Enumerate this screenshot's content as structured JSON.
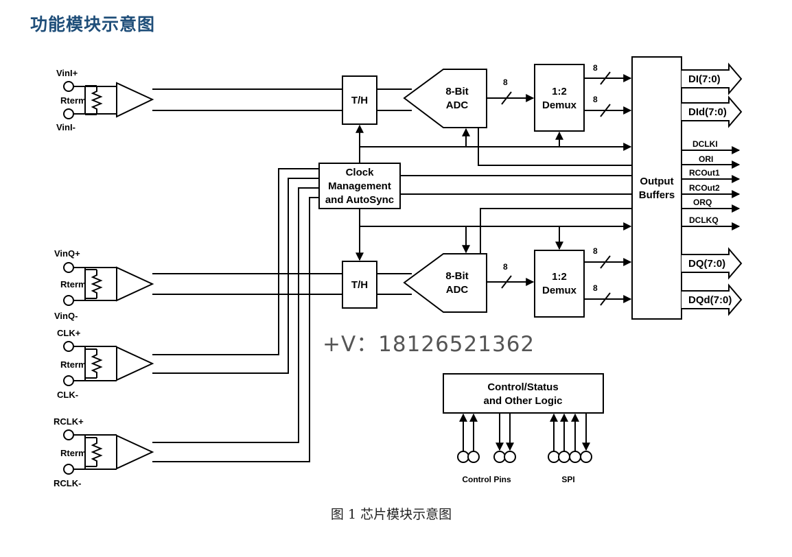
{
  "heading": "功能模块示意图",
  "caption": "图 1 芯片模块示意图",
  "watermark": "+V：18126521362",
  "inputs": {
    "vini_plus": "VinI+",
    "vini_minus": "VinI-",
    "vinq_plus": "VinQ+",
    "vinq_minus": "VinQ-",
    "clk_plus": "CLK+",
    "clk_minus": "CLK-",
    "rclk_plus": "RCLK+",
    "rclk_minus": "RCLK-",
    "rterm": "Rterm"
  },
  "blocks": {
    "th": "T/H",
    "adc_line1": "8-Bit",
    "adc_line2": "ADC",
    "demux_line1": "1:2",
    "demux_line2": "Demux",
    "clock_line1": "Clock",
    "clock_line2": "Management",
    "clock_line3": "and AutoSync",
    "output_line1": "Output",
    "output_line2": "Buffers",
    "control_line1": "Control/Status",
    "control_line2": "and Other Logic"
  },
  "bus_width": "8",
  "outputs": {
    "di": "DI(7:0)",
    "did": "DId(7:0)",
    "dclki": "DCLKI",
    "ori": "ORI",
    "rcout1": "RCOut1",
    "rcout2": "RCOut2",
    "orq": "ORQ",
    "dclkq": "DCLKQ",
    "dq": "DQ(7:0)",
    "dqd": "DQd(7:0)"
  },
  "pins": {
    "control": "Control Pins",
    "spi": "SPI"
  }
}
